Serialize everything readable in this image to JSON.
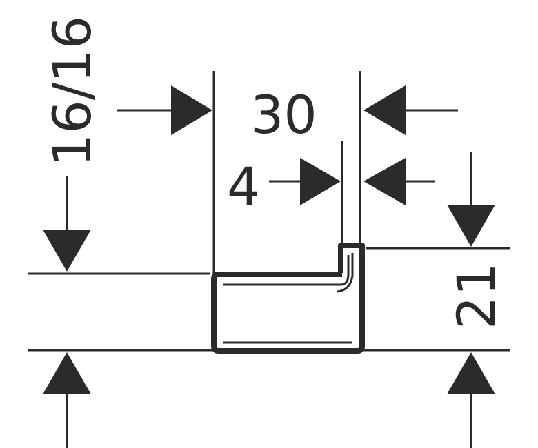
{
  "dimensions": {
    "height_thickness": "16/16",
    "width": "30",
    "gap": "4",
    "height": "21"
  },
  "colors": {
    "line": "#2b2b2b",
    "background": "#ffffff"
  }
}
